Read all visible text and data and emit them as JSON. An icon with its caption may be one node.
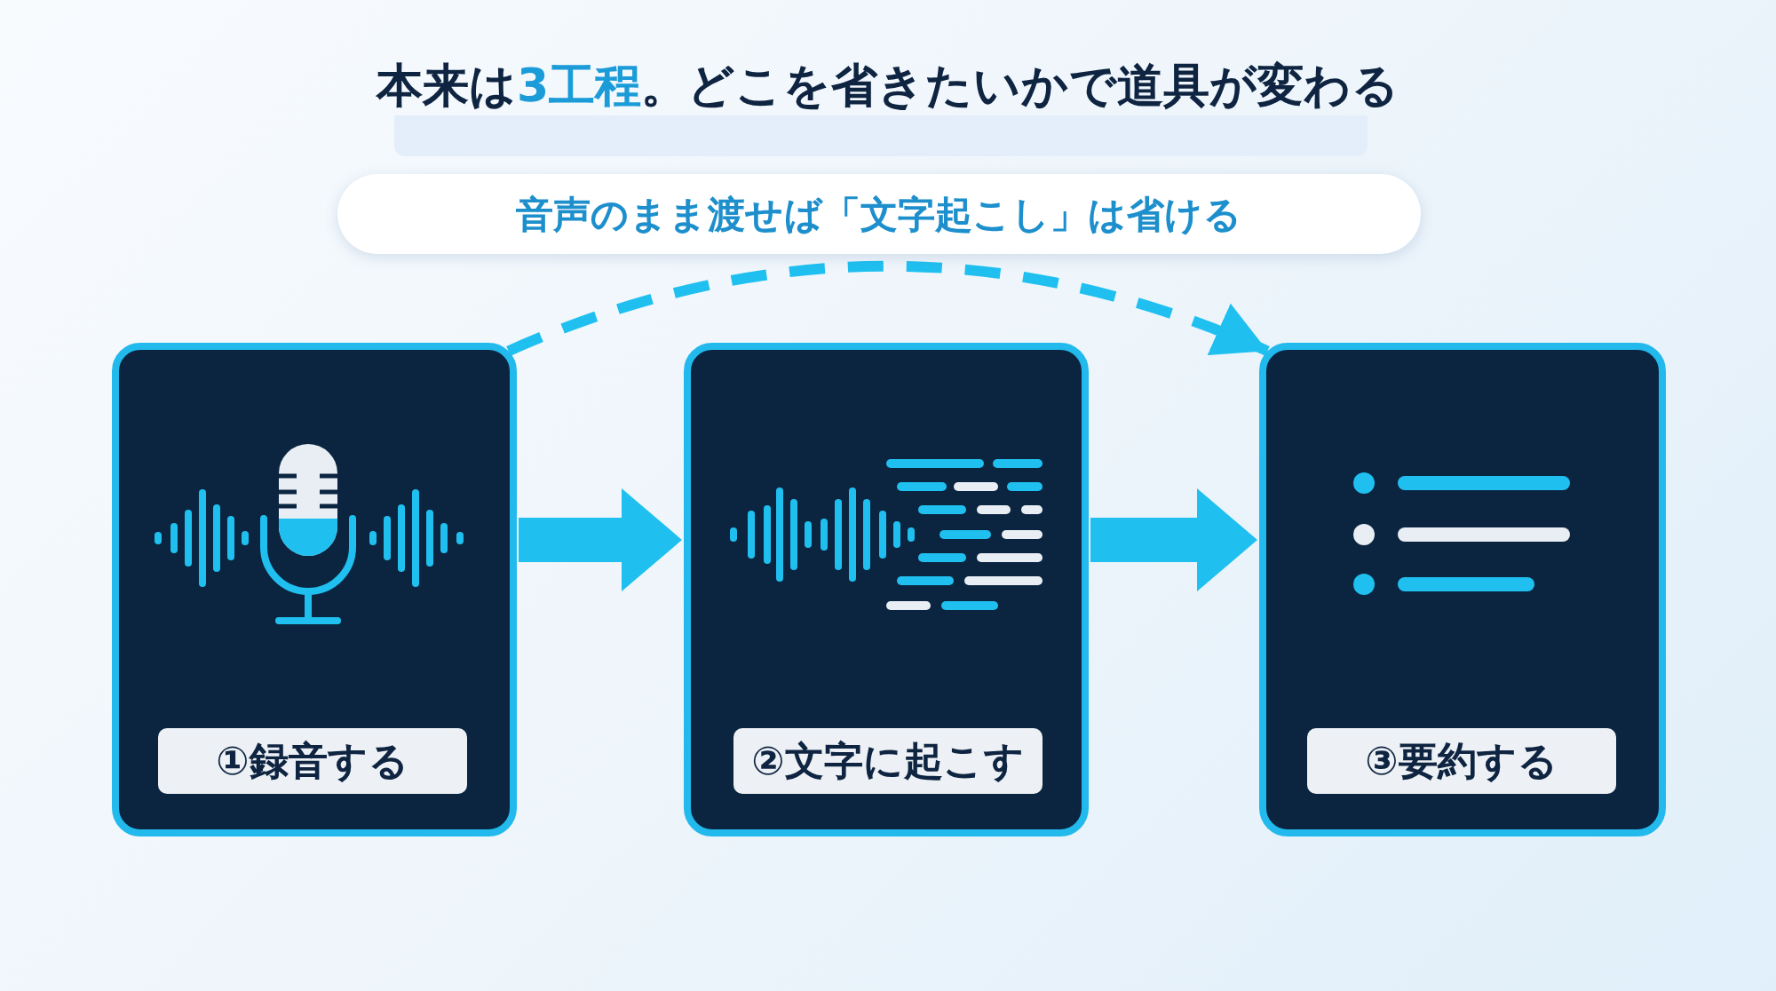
{
  "diagram": {
    "title": "本来は**3工程**。どこを省きたいかで道具が変わる",
    "nodes": [
      {
        "text": [
          "①録音する"
        ]
      },
      {
        "text": [
          "②文字に起こす"
        ]
      },
      {
        "text": [
          "③要約する"
        ]
      }
    ],
    "edges": [
      {
        "from": 0,
        "to": 1,
        "arrow": "to"
      },
      {
        "from": 1,
        "to": 2,
        "arrow": "to"
      },
      {
        "from": 0,
        "to": 2,
        "arrow": "to",
        "label": "音声のまま渡せば「文字起こし」は省ける",
        "style": "dashed"
      }
    ]
  }
}
